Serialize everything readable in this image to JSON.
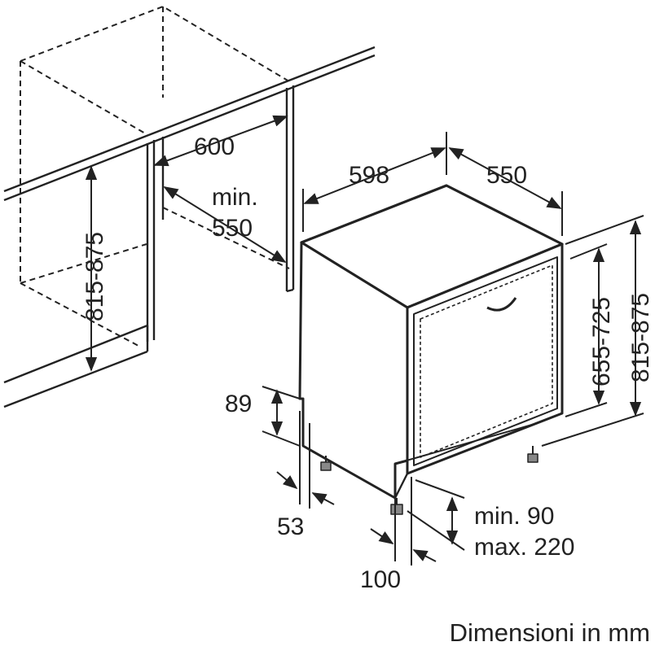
{
  "labels": {
    "cavity_width": "600",
    "cavity_depth_min": "min.",
    "cavity_depth_value": "550",
    "cavity_height": "815-875",
    "appliance_width": "598",
    "appliance_depth": "550",
    "door_height": "655-725",
    "appliance_height": "815-875",
    "base_height": "89",
    "foot_offset": "53",
    "plinth_min": "min. 90",
    "plinth_max": "max. 220",
    "plinth_setback": "100"
  },
  "caption": "Dimensioni in mm"
}
